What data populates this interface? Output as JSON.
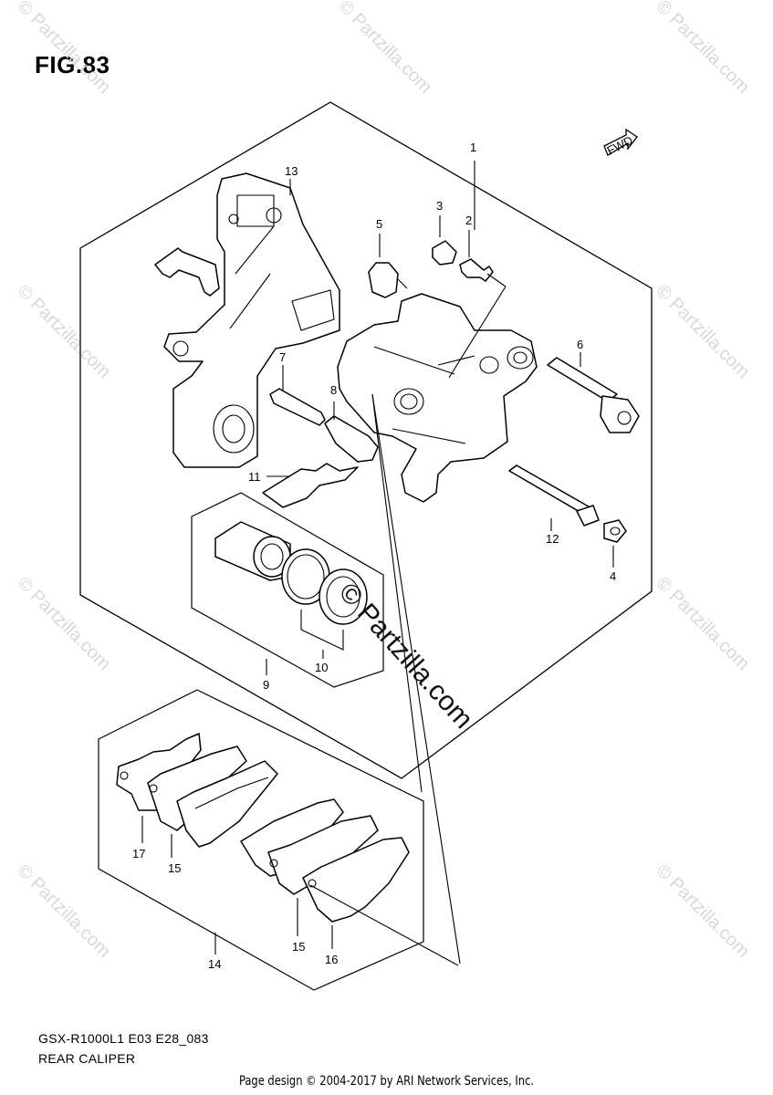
{
  "figure": {
    "title": "FIG.83",
    "model_code": "GSX-R1000L1 E03 E28_083",
    "caption": "REAR CALIPER"
  },
  "footer": {
    "text": "Page design © 2004-2017 by ARI Network Services, Inc."
  },
  "direction_indicator": {
    "label": "FWD"
  },
  "watermark": {
    "text": "© Partzilla.com",
    "center_text": "© Partzilla.com"
  },
  "callouts": [
    "1",
    "2",
    "3",
    "4",
    "5",
    "6",
    "7",
    "8",
    "9",
    "10",
    "11",
    "12",
    "13",
    "14",
    "15",
    "15",
    "16",
    "17"
  ]
}
